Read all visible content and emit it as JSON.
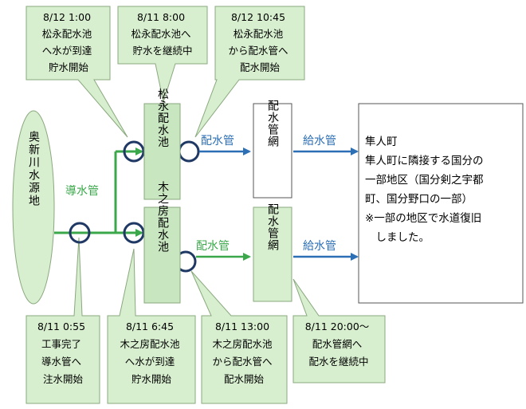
{
  "source": {
    "label": "奥新川水源地"
  },
  "pipes": {
    "intake": "導水管",
    "distribution_top": "配水管",
    "distribution_bottom": "配水管",
    "supply_top": "給水管",
    "supply_bottom": "給水管"
  },
  "reservoirs": {
    "matsunaga": "松永配水池",
    "kinoshitabo": "木之房配水池"
  },
  "networks": {
    "top": "配水管網",
    "bottom": "配水管網"
  },
  "service_area": {
    "lines": [
      "隼人町",
      "隼人町に隣接する国分の",
      "一部地区（国分剣之宇都",
      "町、国分野口の一部）",
      "",
      "※一部の地区で水道復旧",
      "　しました。"
    ]
  },
  "callouts_top": [
    {
      "lines": [
        "8/12  1:00",
        "松永配水池",
        "へ水が到達",
        "貯水開始"
      ]
    },
    {
      "lines": [
        "8/11  8:00",
        "松永配水池へ",
        "貯水を継続中"
      ]
    },
    {
      "lines": [
        "8/12  10:45",
        "松永配水池",
        "から配水管へ",
        "配水開始"
      ]
    }
  ],
  "callouts_bottom": [
    {
      "lines": [
        "8/11  0:55",
        "工事完了",
        "導水管へ",
        "注水開始"
      ]
    },
    {
      "lines": [
        "8/11  6:45",
        "木之房配水池",
        "へ水が到達",
        "貯水開始"
      ]
    },
    {
      "lines": [
        "8/11  13:00",
        "木之房配水池",
        "から配水管へ",
        "配水開始"
      ]
    },
    {
      "lines": [
        "8/11  20:00～",
        "配水管網へ",
        "配水を継続中"
      ]
    }
  ],
  "colors": {
    "callout_fill": "#d7efcf",
    "callout_stroke": "#8aa87e",
    "box_fill": "#c8e6c0",
    "green_arrow": "#3aa84a",
    "blue_arrow": "#2c6fb5",
    "node_stroke": "#1f3864"
  }
}
